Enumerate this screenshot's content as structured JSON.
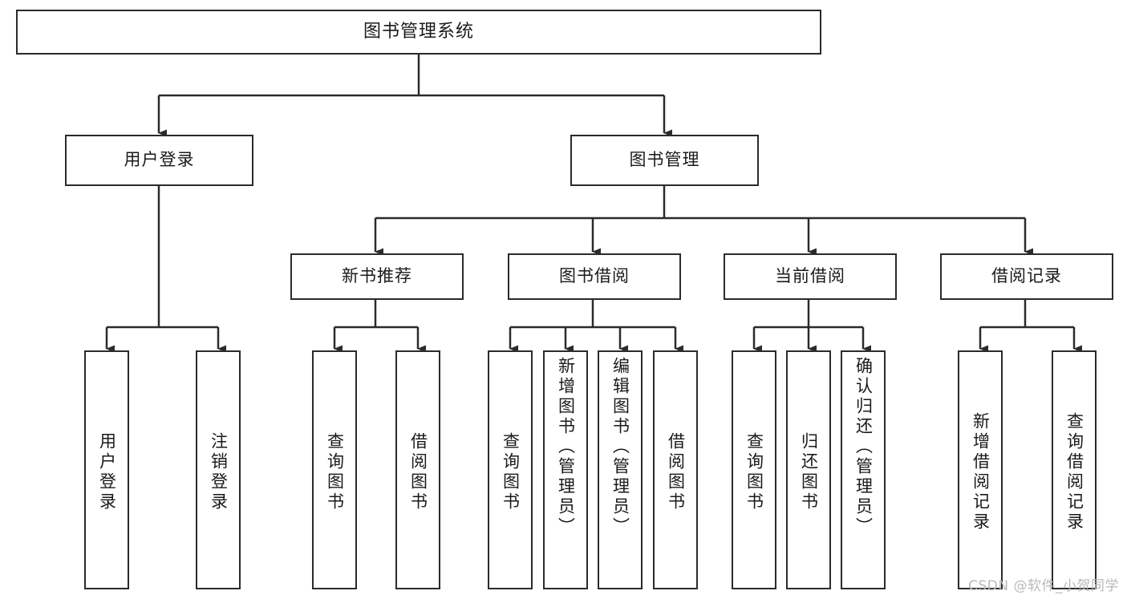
{
  "diagram": {
    "title": "图书管理系统",
    "type": "tree-hierarchy-chart",
    "watermark": "CSDN @软件_小贺同学",
    "colors": {
      "node_border": "#2b2b2b",
      "node_fill": "#ffffff",
      "edge": "#2b2b2b",
      "text": "#1a1a1a",
      "watermark": "#b9b9b9",
      "background": "#ffffff"
    },
    "root": {
      "label": "图书管理系统"
    },
    "level2": [
      {
        "label": "用户登录"
      },
      {
        "label": "图书管理"
      }
    ],
    "level3": [
      {
        "label": "新书推荐"
      },
      {
        "label": "图书借阅"
      },
      {
        "label": "当前借阅"
      },
      {
        "label": "借阅记录"
      }
    ],
    "leaves": {
      "user_login": [
        {
          "label": "用户登录"
        },
        {
          "label": "注销登录"
        }
      ],
      "new_book": [
        {
          "label": "查询图书"
        },
        {
          "label": "借阅图书"
        }
      ],
      "borrow_book": [
        {
          "label": "查询图书"
        },
        {
          "label": "新增图书（管理员）"
        },
        {
          "label": "编辑图书（管理员）"
        },
        {
          "label": "借阅图书"
        }
      ],
      "current_borrow": [
        {
          "label": "查询图书"
        },
        {
          "label": "归还图书"
        },
        {
          "label": "确认归还（管理员）"
        }
      ],
      "borrow_record": [
        {
          "label": "新增借阅记录"
        },
        {
          "label": "查询借阅记录"
        }
      ]
    }
  }
}
